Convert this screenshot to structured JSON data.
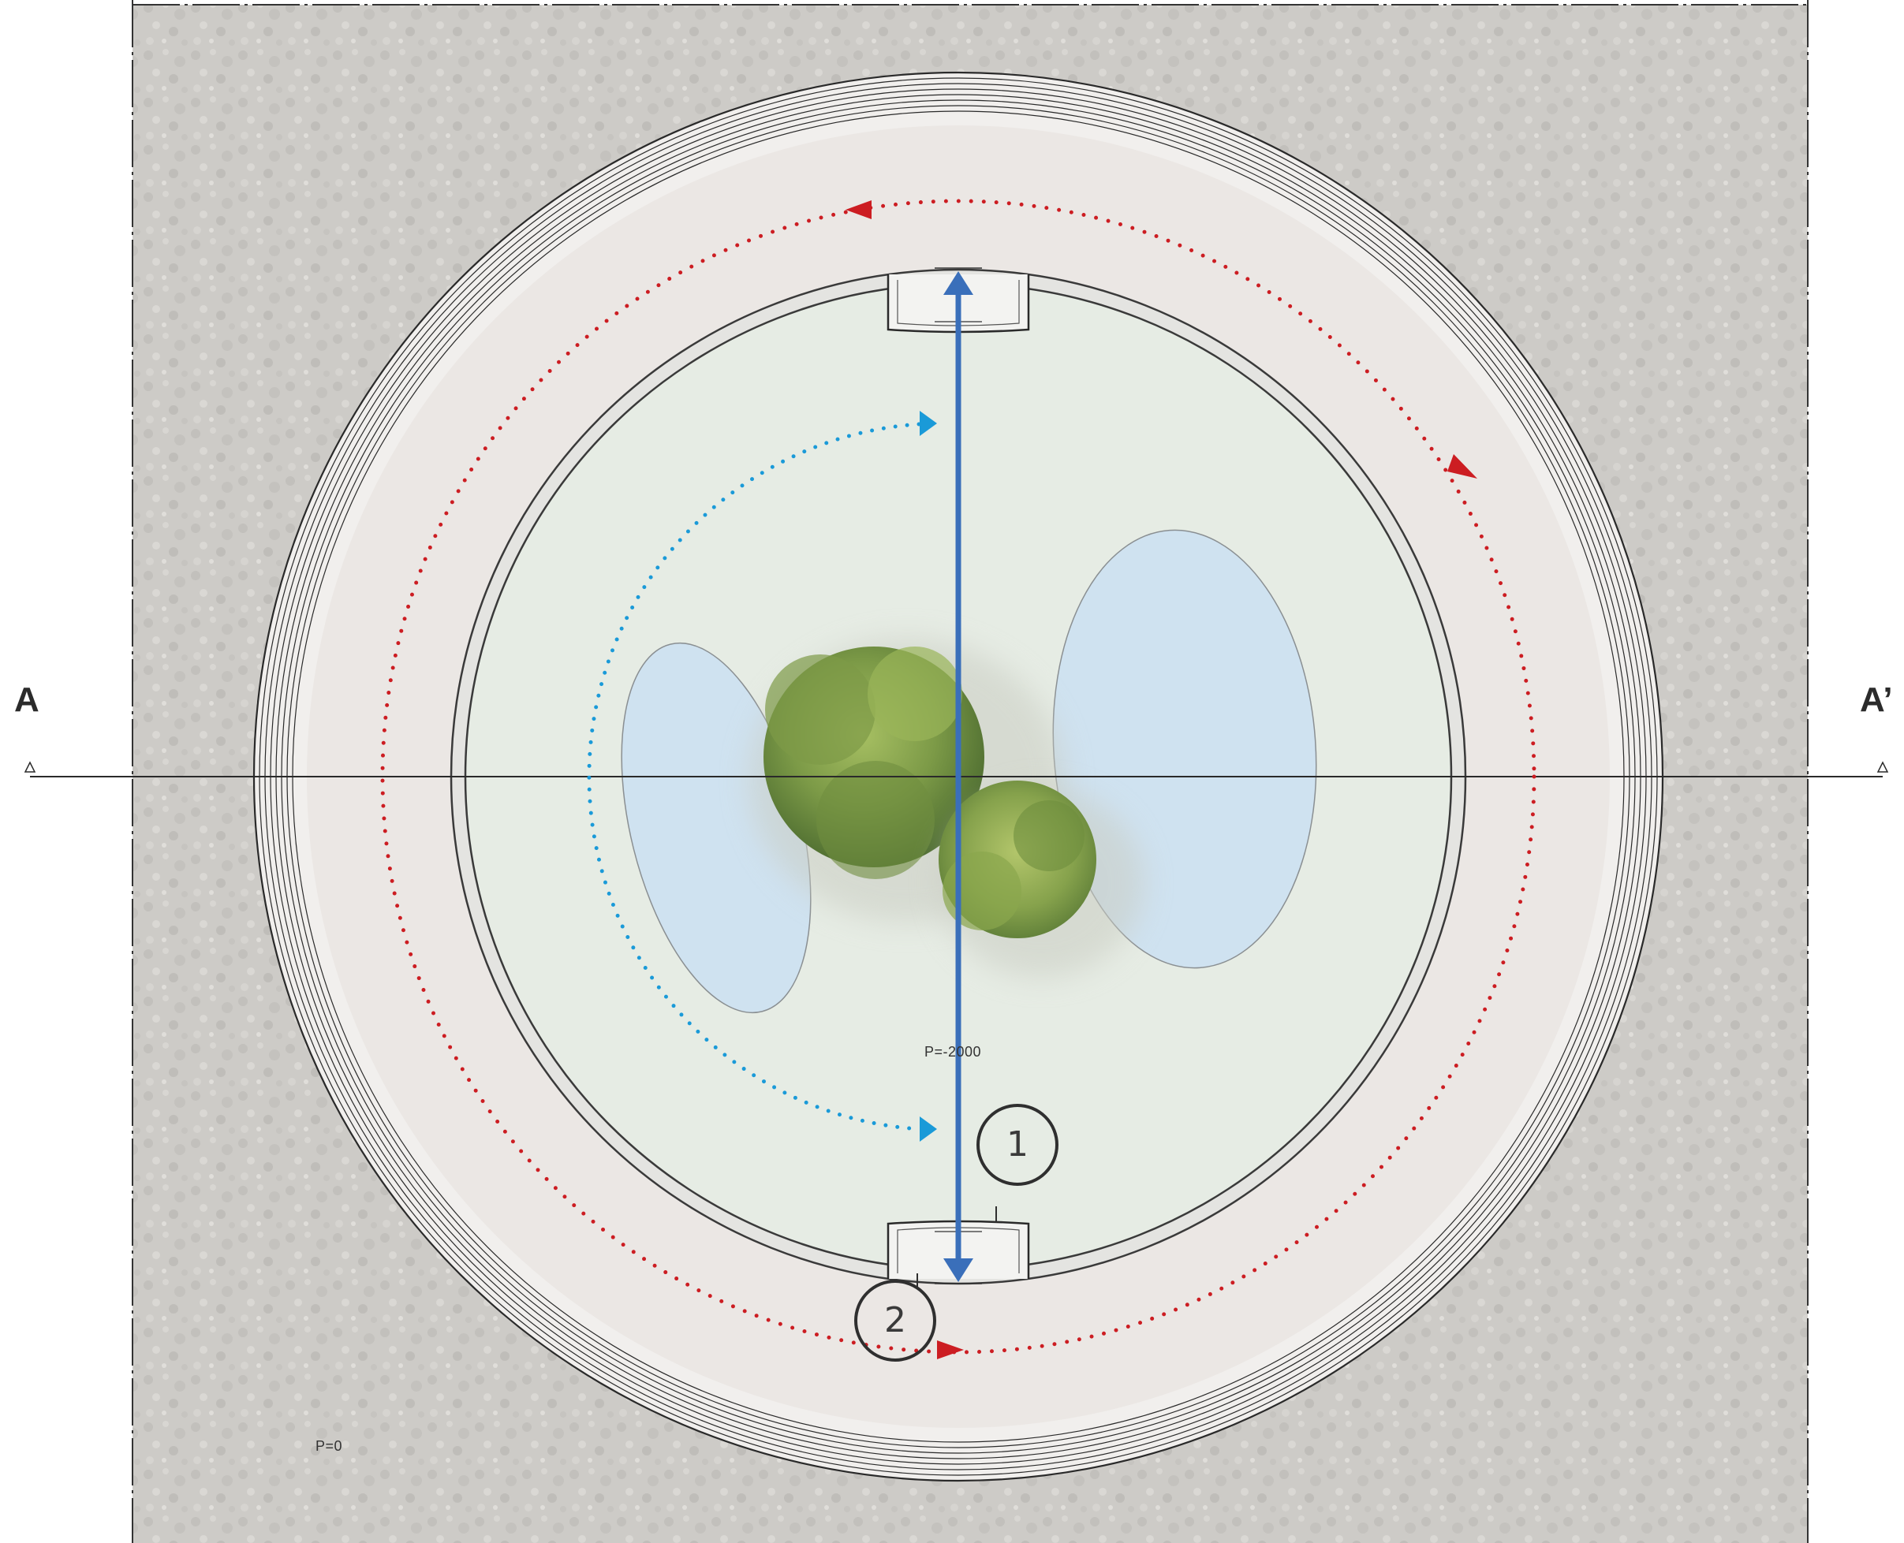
{
  "section": {
    "start_label": "A",
    "end_label": "A’"
  },
  "levels": {
    "outer": "P=0",
    "inner": "P=-2000"
  },
  "markers": [
    {
      "number": "1"
    },
    {
      "number": "2"
    }
  ],
  "colors": {
    "gravel": "#cdcbc7",
    "ring_path": "#ede9e6",
    "inner_court": "#e6ece4",
    "pond": "#cfe2f0",
    "tree_dark": "#5f7f3c",
    "tree_light": "#97b157",
    "axis_blue": "#3a6fba",
    "loop_blue_dots": "#1a9ad8",
    "loop_red_dots": "#cc1d22"
  },
  "icons": {
    "flow_arrow_red": "triangle",
    "flow_arrow_blue": "triangle",
    "section_marker": "hollow-triangle"
  }
}
